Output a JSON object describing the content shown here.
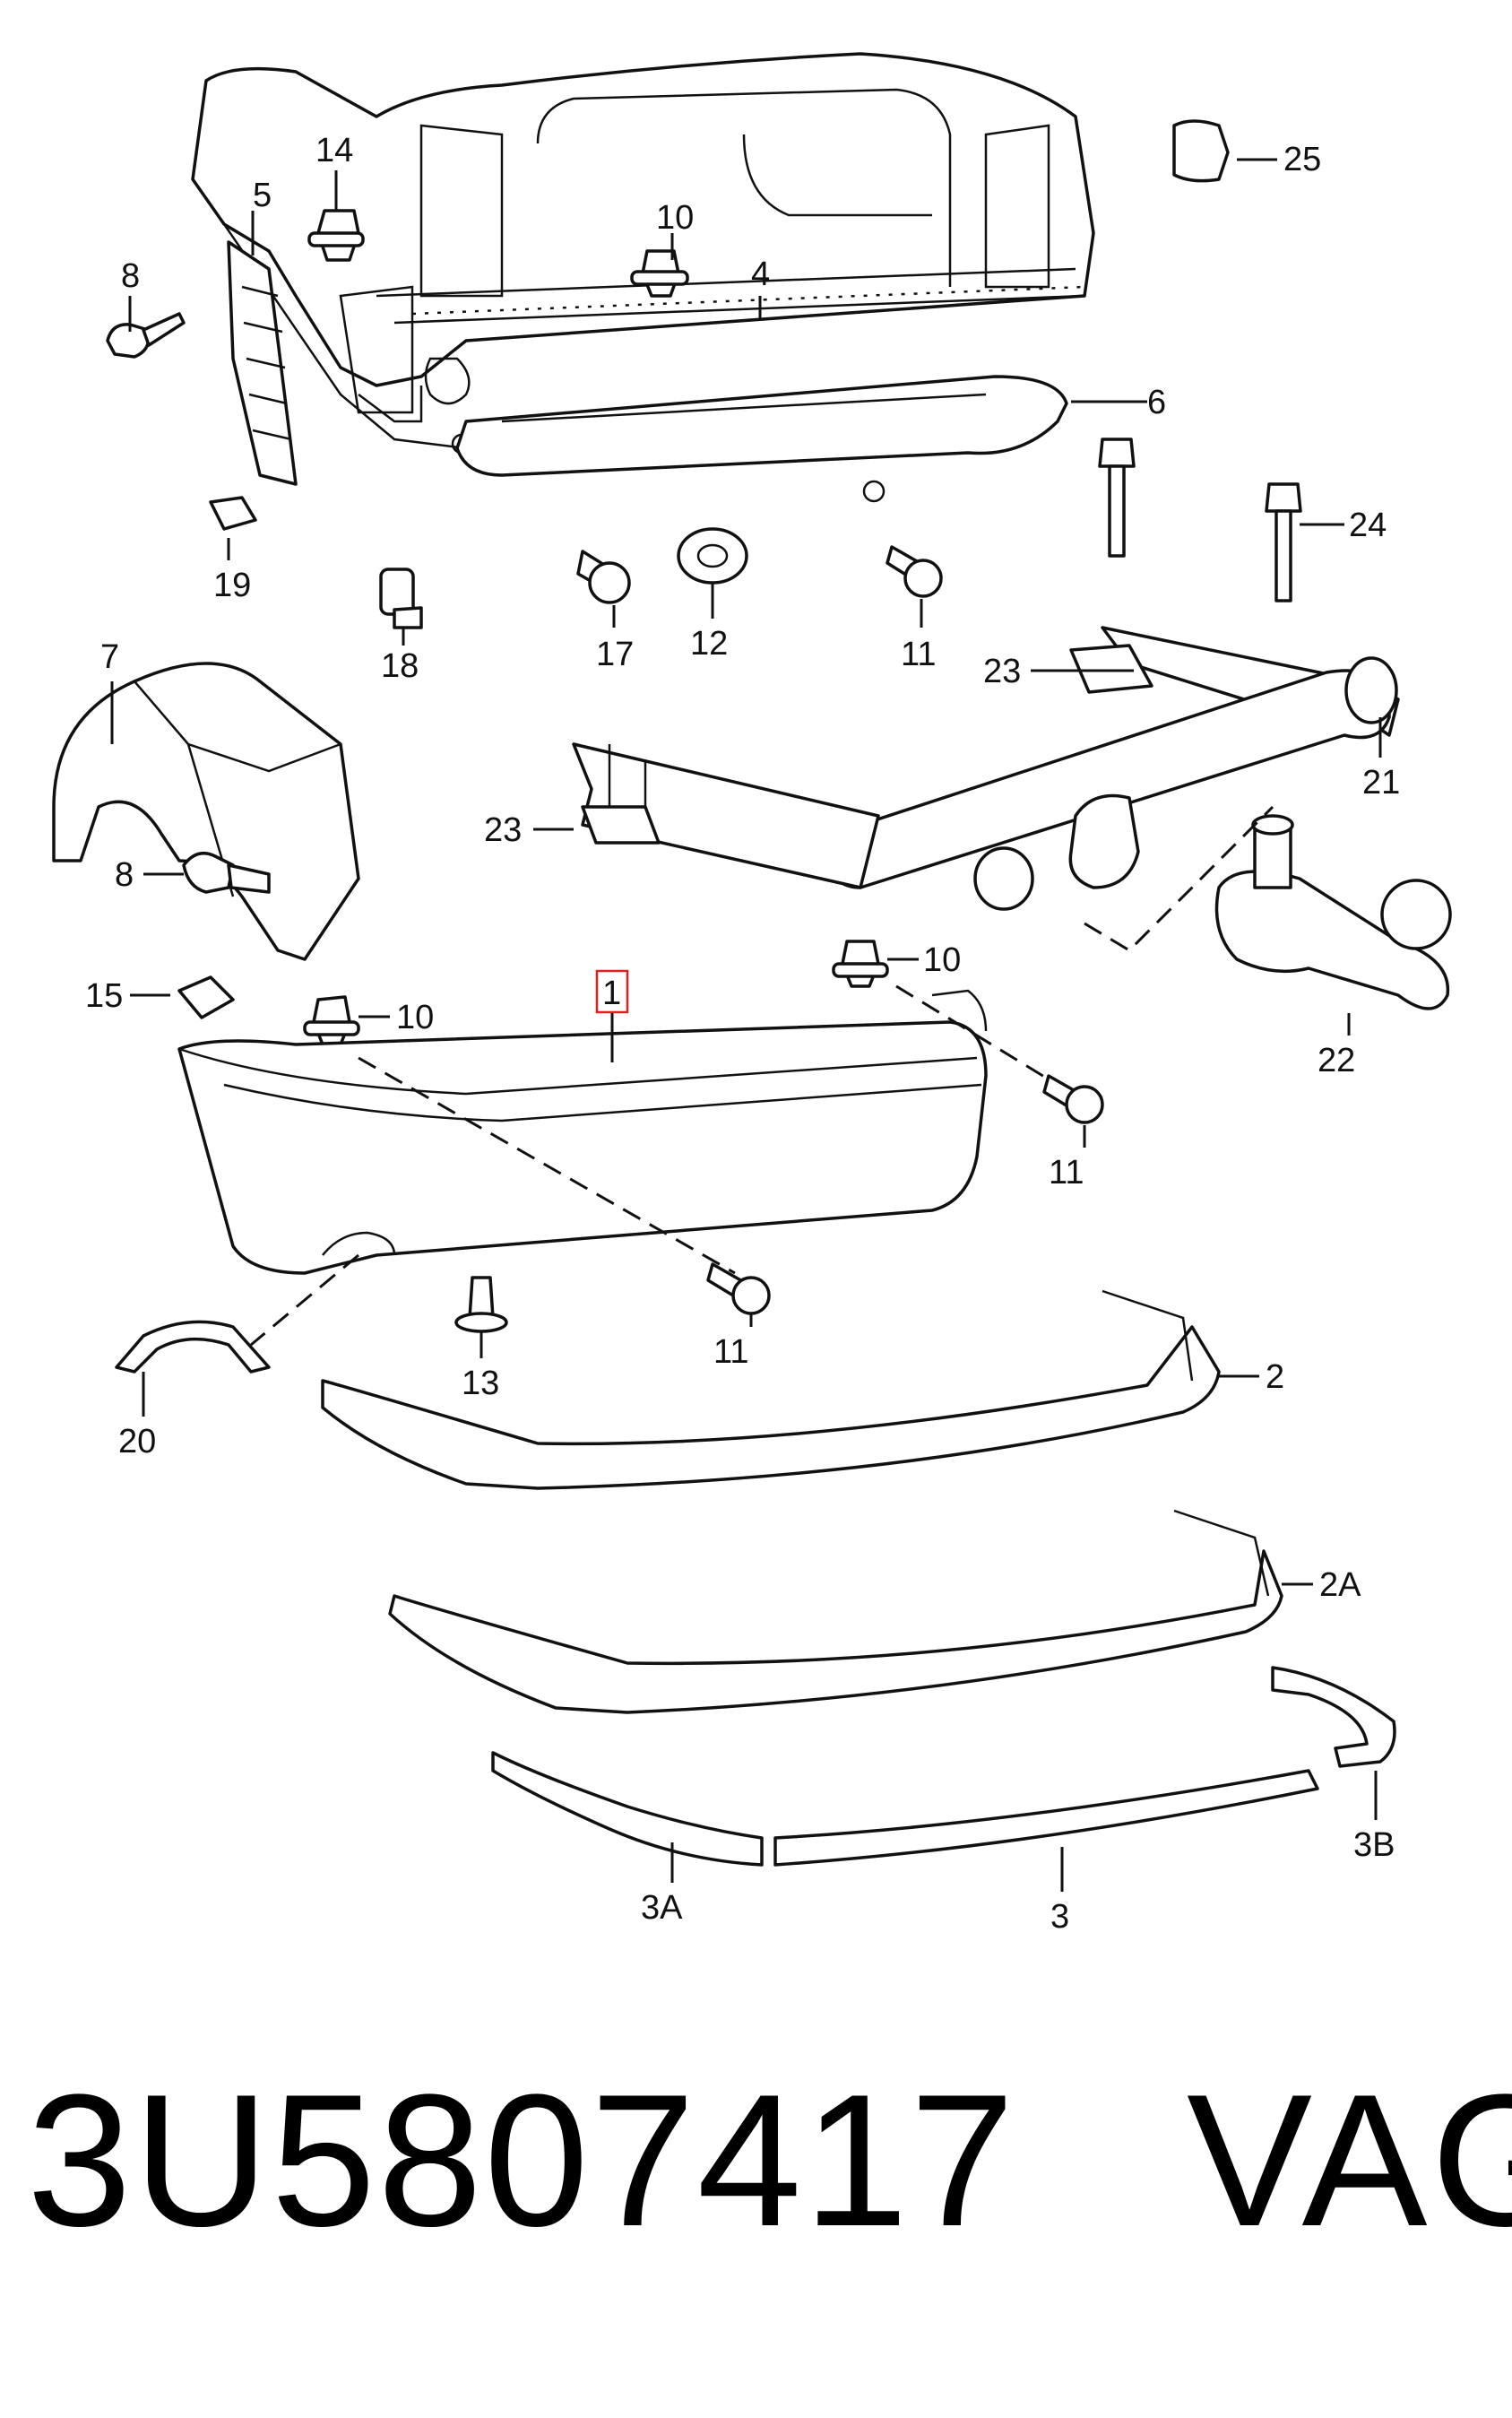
{
  "diagram": {
    "labels": {
      "l1": "1",
      "l2": "2",
      "l2a": "2A",
      "l3": "3",
      "l3a": "3A",
      "l3b": "3B",
      "l4": "4",
      "l5": "5",
      "l6": "6",
      "l7": "7",
      "l8a": "8",
      "l8b": "8",
      "l10a": "10",
      "l10b": "10",
      "l10c": "10",
      "l11a": "11",
      "l11b": "11",
      "l11c": "11",
      "l12": "12",
      "l13": "13",
      "l14": "14",
      "l15": "15",
      "l17": "17",
      "l18": "18",
      "l19": "19",
      "l20": "20",
      "l21": "21",
      "l22": "22",
      "l23a": "23",
      "l23b": "23",
      "l24": "24",
      "l25": "25"
    },
    "highlighted_label": "1",
    "highlight_color": "#e02020"
  },
  "footer": {
    "part_number": "3U5807417",
    "brand": "VAG"
  }
}
